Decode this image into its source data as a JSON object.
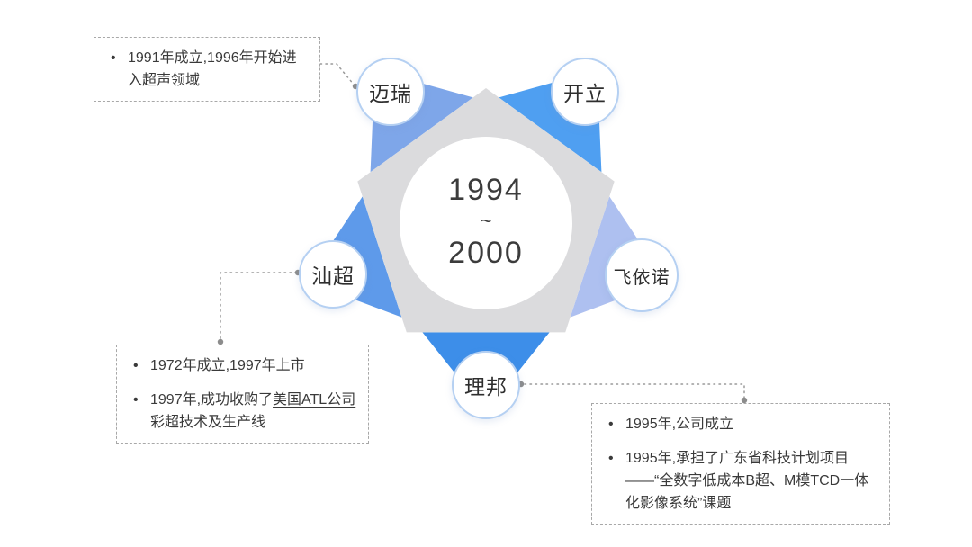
{
  "diagram": {
    "center": {
      "start": "1994",
      "separator": "~",
      "end": "2000"
    },
    "nodes": [
      {
        "label": "迈瑞"
      },
      {
        "label": "开立"
      },
      {
        "label": "汕超"
      },
      {
        "label": "飞依诺"
      },
      {
        "label": "理邦"
      }
    ],
    "colors": {
      "mairui_triangle": "#7EA6E9",
      "kaili_triangle": "#4F9FF1",
      "feiyinuo_triangle": "#AEC0F0",
      "libang_triangle": "#3D8EE9",
      "shanchao_triangle": "#5E9AEA",
      "pentagon_gray": "#DBDBDD",
      "node_border": "#B5D0F2",
      "connector_gray": "#9A9A9A"
    }
  },
  "callouts": [
    {
      "target": "迈瑞",
      "bullets": [
        [
          {
            "text": "1991年成立,1996年开始进入超声领域"
          }
        ]
      ]
    },
    {
      "target": "汕超",
      "bullets": [
        [
          {
            "text": "1972年成立,1997年上市"
          }
        ],
        [
          {
            "text": "1997年,成功收购了"
          },
          {
            "text": "美国ATL公司",
            "underline": true
          },
          {
            "text": "彩超技术及生产线"
          }
        ]
      ]
    },
    {
      "target": "理邦",
      "bullets": [
        [
          {
            "text": "1995年,公司成立"
          }
        ],
        [
          {
            "text": "1995年,承担了广东省科技计划项目——“全数字低成本B超、M模TCD一体化影像系统”课题"
          }
        ]
      ]
    }
  ]
}
